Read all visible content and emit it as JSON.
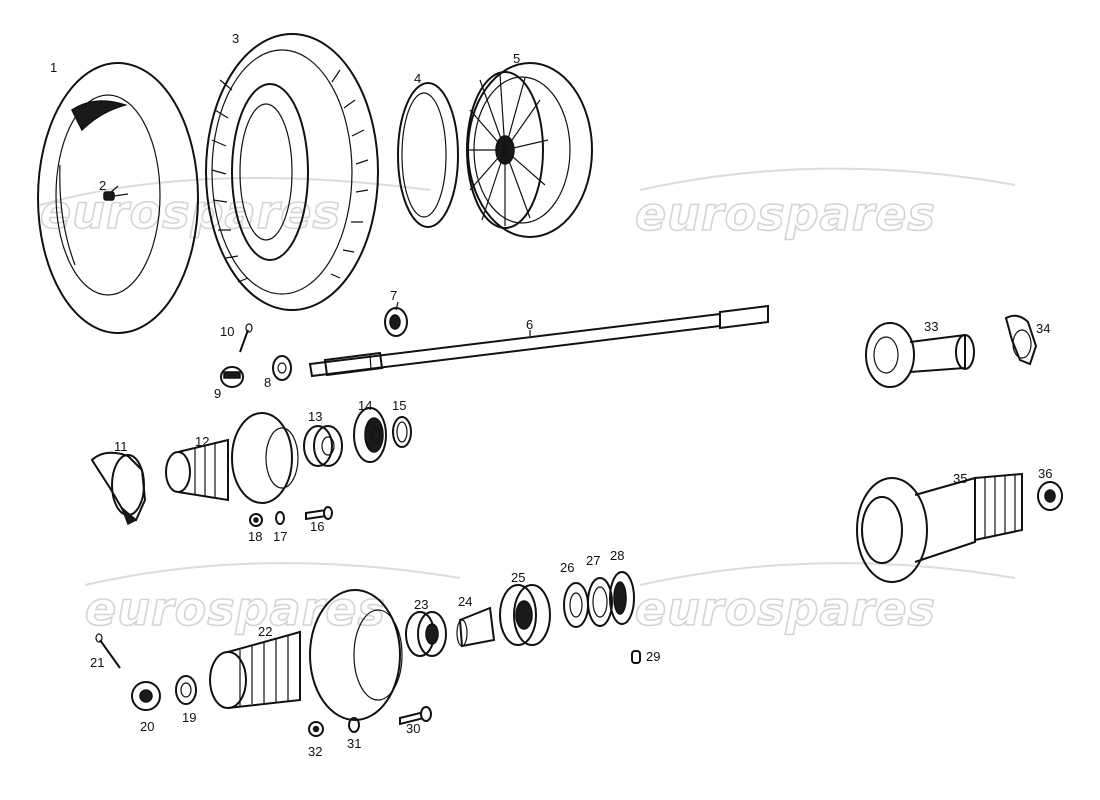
{
  "watermarks": [
    {
      "text": "eurospares"
    },
    {
      "text": "eurospares"
    },
    {
      "text": "eurospares"
    },
    {
      "text": "eurospares"
    }
  ],
  "callouts": [
    {
      "n": "1"
    },
    {
      "n": "2"
    },
    {
      "n": "3"
    },
    {
      "n": "4"
    },
    {
      "n": "5"
    },
    {
      "n": "6"
    },
    {
      "n": "7"
    },
    {
      "n": "8"
    },
    {
      "n": "9"
    },
    {
      "n": "10"
    },
    {
      "n": "11"
    },
    {
      "n": "12"
    },
    {
      "n": "13"
    },
    {
      "n": "14"
    },
    {
      "n": "15"
    },
    {
      "n": "16"
    },
    {
      "n": "17"
    },
    {
      "n": "18"
    },
    {
      "n": "19"
    },
    {
      "n": "20"
    },
    {
      "n": "21"
    },
    {
      "n": "22"
    },
    {
      "n": "23"
    },
    {
      "n": "24"
    },
    {
      "n": "25"
    },
    {
      "n": "26"
    },
    {
      "n": "27"
    },
    {
      "n": "28"
    },
    {
      "n": "29"
    },
    {
      "n": "30"
    },
    {
      "n": "31"
    },
    {
      "n": "32"
    },
    {
      "n": "33"
    },
    {
      "n": "34"
    },
    {
      "n": "35"
    },
    {
      "n": "36"
    }
  ]
}
